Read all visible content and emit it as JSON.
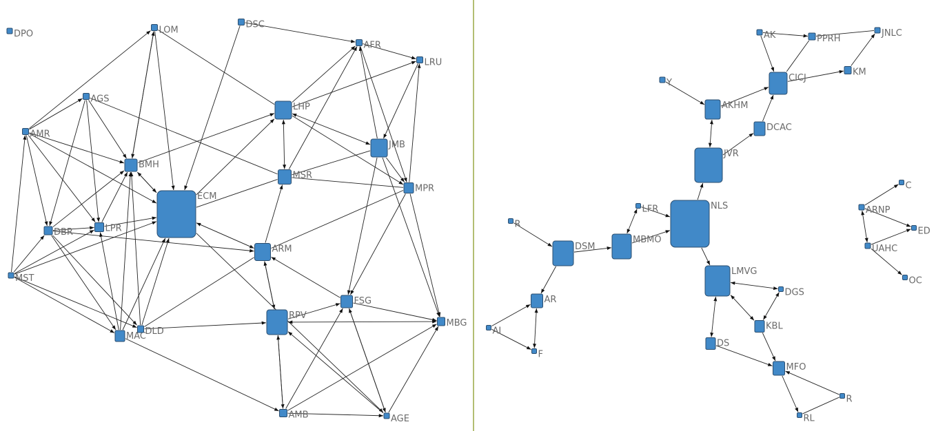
{
  "graphs": [
    {
      "name": "left-network",
      "nodes": [
        {
          "id": "DPO",
          "label": "DPO"
        },
        {
          "id": "LOM",
          "label": "LOM"
        },
        {
          "id": "DSC",
          "label": "DSC"
        },
        {
          "id": "AFR",
          "label": "AFR"
        },
        {
          "id": "LRU",
          "label": "LRU"
        },
        {
          "id": "AGS",
          "label": "AGS"
        },
        {
          "id": "AMR",
          "label": "AMR"
        },
        {
          "id": "LHP",
          "label": "LHP"
        },
        {
          "id": "JMB",
          "label": "JMB"
        },
        {
          "id": "BMH",
          "label": "BMH"
        },
        {
          "id": "MSR",
          "label": "MSR"
        },
        {
          "id": "MPR",
          "label": "MPR"
        },
        {
          "id": "ECM",
          "label": "ECM"
        },
        {
          "id": "DBR",
          "label": "DBR"
        },
        {
          "id": "LPR",
          "label": "LPR"
        },
        {
          "id": "ARM",
          "label": "ARM"
        },
        {
          "id": "MST",
          "label": "MST"
        },
        {
          "id": "FSG",
          "label": "FSG"
        },
        {
          "id": "RPV",
          "label": "RPV"
        },
        {
          "id": "MBG",
          "label": "MBG"
        },
        {
          "id": "MAC",
          "label": "MAC"
        },
        {
          "id": "DLD",
          "label": "DLD"
        },
        {
          "id": "AMB",
          "label": "AMB"
        },
        {
          "id": "AGE",
          "label": "AGE"
        }
      ],
      "edges": [
        [
          "DSC",
          "ECM",
          "->"
        ],
        [
          "DSC",
          "AFR",
          "->"
        ],
        [
          "AFR",
          "LRU",
          "->"
        ],
        [
          "LOM",
          "BMH",
          "->"
        ],
        [
          "BMH",
          "LOM",
          "->"
        ],
        [
          "LOM",
          "ECM",
          "->"
        ],
        [
          "LOM",
          "LHP",
          "-"
        ],
        [
          "AMR",
          "LOM",
          "->"
        ],
        [
          "AMR",
          "AGS",
          "->"
        ],
        [
          "AMR",
          "BMH",
          "->"
        ],
        [
          "AMR",
          "ECM",
          "->"
        ],
        [
          "AMR",
          "DBR",
          "->"
        ],
        [
          "AMR",
          "LPR",
          "->"
        ],
        [
          "AGS",
          "DBR",
          "->"
        ],
        [
          "AGS",
          "LPR",
          "->"
        ],
        [
          "AGS",
          "BMH",
          "->"
        ],
        [
          "AGS",
          "MSR",
          "-"
        ],
        [
          "MSR",
          "ECM",
          "-"
        ],
        [
          "LHP",
          "AFR",
          "->"
        ],
        [
          "LHP",
          "LRU",
          "->"
        ],
        [
          "LHP",
          "MSR",
          "<->"
        ],
        [
          "LHP",
          "JMB",
          "<->"
        ],
        [
          "LHP",
          "MPR",
          "->"
        ],
        [
          "BMH",
          "LHP",
          "->"
        ],
        [
          "ECM",
          "LHP",
          "->"
        ],
        [
          "JMB",
          "AFR",
          "->"
        ],
        [
          "JMB",
          "MSR",
          "-"
        ],
        [
          "JMB",
          "FSG",
          "->"
        ],
        [
          "JMB",
          "MBG",
          "->"
        ],
        [
          "JMB",
          "MPR",
          "->"
        ],
        [
          "AFR",
          "MPR",
          "->"
        ],
        [
          "MPR",
          "LRU",
          "->"
        ],
        [
          "LRU",
          "JMB",
          "->"
        ],
        [
          "MSR",
          "MPR",
          "-"
        ],
        [
          "MSR",
          "AFR",
          "->"
        ],
        [
          "ARM",
          "MSR",
          "->"
        ],
        [
          "ARM",
          "MPR",
          "-"
        ],
        [
          "ARM",
          "RPV",
          "->"
        ],
        [
          "RPV",
          "ARM",
          "->"
        ],
        [
          "ECM",
          "ARM",
          "->"
        ],
        [
          "ARM",
          "ECM",
          "->"
        ],
        [
          "DBR",
          "ARM",
          "->"
        ],
        [
          "DBR",
          "LPR",
          "->"
        ],
        [
          "LPR",
          "ECM",
          "->"
        ],
        [
          "DBR",
          "BMH",
          "->"
        ],
        [
          "LPR",
          "BMH",
          "->"
        ],
        [
          "MST",
          "AMR",
          "->"
        ],
        [
          "MST",
          "DBR",
          "->"
        ],
        [
          "MST",
          "LPR",
          "->"
        ],
        [
          "MST",
          "ECM",
          "->"
        ],
        [
          "MST",
          "MAC",
          "->"
        ],
        [
          "MST",
          "DLD",
          "->"
        ],
        [
          "MAC",
          "BMH",
          "->"
        ],
        [
          "MAC",
          "LPR",
          "->"
        ],
        [
          "DLD",
          "BMH",
          "->"
        ],
        [
          "DLD",
          "ECM",
          "->"
        ],
        [
          "MAC",
          "ECM",
          "->"
        ],
        [
          "DBR",
          "MAC",
          "->"
        ],
        [
          "DBR",
          "DLD",
          "->"
        ],
        [
          "DLD",
          "RPV",
          "->"
        ],
        [
          "MAC",
          "AMB",
          "->"
        ],
        [
          "DLD",
          "ARM",
          "-"
        ],
        [
          "ECM",
          "AGE",
          "->"
        ],
        [
          "RPV",
          "FSG",
          "->"
        ],
        [
          "FSG",
          "ARM",
          "->"
        ],
        [
          "FSG",
          "MBG",
          "->"
        ],
        [
          "RPV",
          "MBG",
          "<->"
        ],
        [
          "RPV",
          "AMB",
          "->"
        ],
        [
          "AMB",
          "RPV",
          "->"
        ],
        [
          "AMB",
          "FSG",
          "->"
        ],
        [
          "AMB",
          "MBG",
          "->"
        ],
        [
          "AMB",
          "AGE",
          "->"
        ],
        [
          "FSG",
          "AGE",
          "->"
        ],
        [
          "AGE",
          "FSG",
          "->"
        ],
        [
          "AGE",
          "RPV",
          "->"
        ],
        [
          "AGE",
          "MBG",
          "->"
        ],
        [
          "MPR",
          "FSG",
          "->"
        ],
        [
          "MPR",
          "MBG",
          "->"
        ],
        [
          "ECM",
          "BMH",
          "->"
        ],
        [
          "BMH",
          "ECM",
          "->"
        ]
      ]
    },
    {
      "name": "right-network",
      "nodes": [
        {
          "id": "AK",
          "label": "AK"
        },
        {
          "id": "PPRH",
          "label": "PPRH"
        },
        {
          "id": "JNLC",
          "label": "JNLC"
        },
        {
          "id": "Y",
          "label": "Y"
        },
        {
          "id": "CICJ",
          "label": "CICJ"
        },
        {
          "id": "KM",
          "label": "KM"
        },
        {
          "id": "AKHM",
          "label": "AKHM"
        },
        {
          "id": "DCAC",
          "label": "DCAC"
        },
        {
          "id": "JVR",
          "label": "JVR"
        },
        {
          "id": "NLS",
          "label": "NLS"
        },
        {
          "id": "LFR",
          "label": "LFR"
        },
        {
          "id": "R1",
          "label": "R"
        },
        {
          "id": "MBMO",
          "label": "MBMO"
        },
        {
          "id": "DSM",
          "label": "DSM"
        },
        {
          "id": "LMVG",
          "label": "LMVG"
        },
        {
          "id": "DGS",
          "label": "DGS"
        },
        {
          "id": "AR",
          "label": "AR"
        },
        {
          "id": "AI",
          "label": "AI"
        },
        {
          "id": "KBL",
          "label": "KBL"
        },
        {
          "id": "DS",
          "label": "DS"
        },
        {
          "id": "F",
          "label": "F"
        },
        {
          "id": "MFO",
          "label": "MFO"
        },
        {
          "id": "R2",
          "label": "R"
        },
        {
          "id": "RL",
          "label": "RL"
        },
        {
          "id": "C",
          "label": "C"
        },
        {
          "id": "ARNP",
          "label": "ARNP"
        },
        {
          "id": "ED",
          "label": "ED"
        },
        {
          "id": "UAHC",
          "label": "UAHC"
        },
        {
          "id": "OC",
          "label": "OC"
        }
      ],
      "edges": [
        [
          "AK",
          "PPRH",
          "->"
        ],
        [
          "AK",
          "CICJ",
          "->"
        ],
        [
          "PPRH",
          "JNLC",
          "-"
        ],
        [
          "CICJ",
          "PPRH",
          "-"
        ],
        [
          "KM",
          "JNLC",
          "->"
        ],
        [
          "CICJ",
          "KM",
          "->"
        ],
        [
          "AKHM",
          "CICJ",
          "->"
        ],
        [
          "DCAC",
          "CICJ",
          "->"
        ],
        [
          "Y",
          "AKHM",
          "->"
        ],
        [
          "AKHM",
          "JVR",
          "<->"
        ],
        [
          "JVR",
          "DCAC",
          "->"
        ],
        [
          "NLS",
          "JVR",
          "->"
        ],
        [
          "LFR",
          "NLS",
          "->"
        ],
        [
          "MBMO",
          "LFR",
          "<->"
        ],
        [
          "MBMO",
          "NLS",
          "->"
        ],
        [
          "DSM",
          "MBMO",
          "->"
        ],
        [
          "R1",
          "DSM",
          "->"
        ],
        [
          "DSM",
          "AR",
          "->"
        ],
        [
          "AI",
          "AR",
          "->"
        ],
        [
          "AI",
          "F",
          "->"
        ],
        [
          "AR",
          "F",
          "<->"
        ],
        [
          "NLS",
          "LMVG",
          "->"
        ],
        [
          "LMVG",
          "DGS",
          "<->"
        ],
        [
          "LMVG",
          "KBL",
          "<->"
        ],
        [
          "DGS",
          "KBL",
          "<->"
        ],
        [
          "LMVG",
          "DS",
          "<->"
        ],
        [
          "KBL",
          "MFO",
          "->"
        ],
        [
          "DS",
          "MFO",
          "->"
        ],
        [
          "R2",
          "MFO",
          "->"
        ],
        [
          "MFO",
          "RL",
          "->"
        ],
        [
          "R2",
          "RL",
          "-"
        ],
        [
          "ARNP",
          "C",
          "->"
        ],
        [
          "ARNP",
          "ED",
          "->"
        ],
        [
          "ARNP",
          "UAHC",
          "<->"
        ],
        [
          "UAHC",
          "ED",
          "->"
        ],
        [
          "UAHC",
          "OC",
          "->"
        ]
      ]
    }
  ],
  "colors": {
    "node_fill": "#4189c8",
    "node_stroke": "#2b4d6e",
    "edge": "#222222",
    "label": "#6a6a6a",
    "divider": "#9aa844"
  }
}
